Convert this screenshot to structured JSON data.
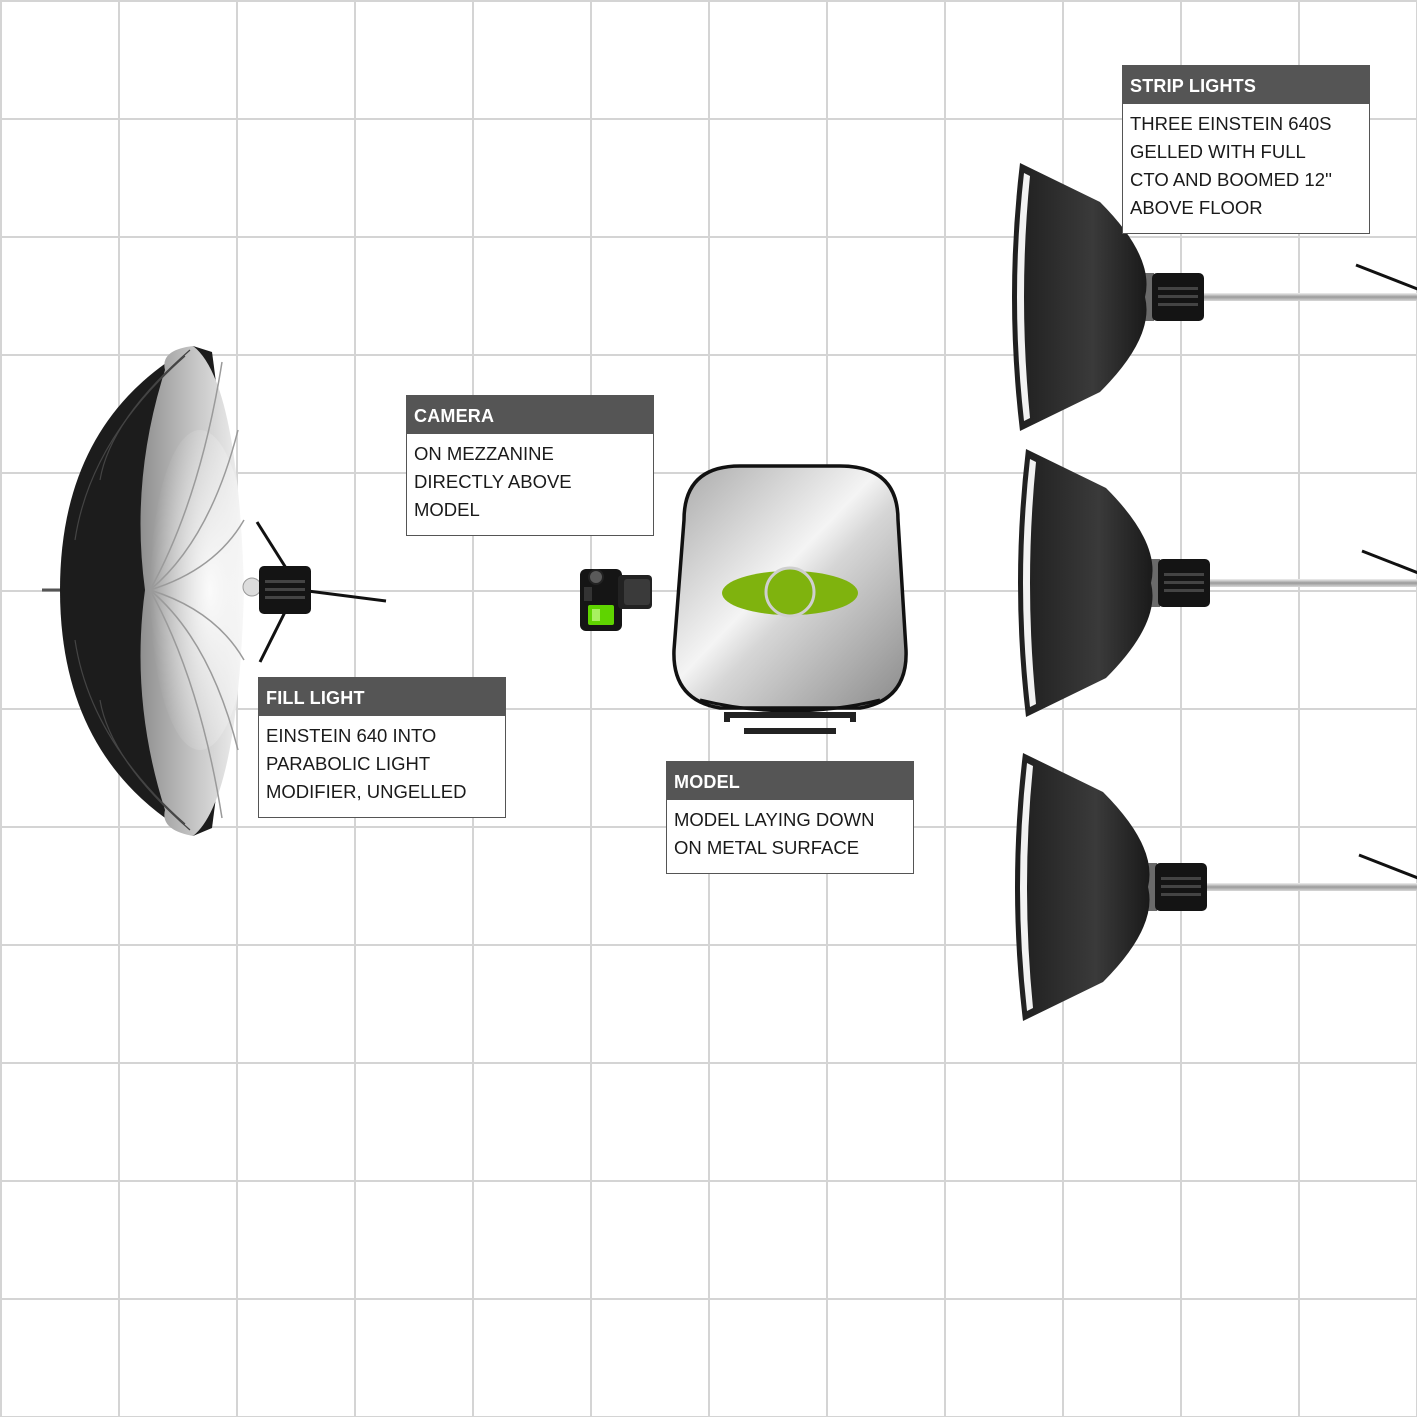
{
  "labels": {
    "strip": {
      "title": "STRIP LIGHTS",
      "body": "THREE EINSTEIN 640S\nGELLED WITH FULL\nCTO AND BOOMED 12''\nABOVE FLOOR"
    },
    "camera": {
      "title": "CAMERA",
      "body": "ON MEZZANINE\nDIRECTLY ABOVE\nMODEL"
    },
    "fill": {
      "title": "FILL LIGHT",
      "body": "EINSTEIN 640 INTO\nPARABOLIC LIGHT\nMODIFIER, UNGELLED"
    },
    "model": {
      "title": "MODEL",
      "body": "MODEL LAYING DOWN\nON METAL SURFACE"
    }
  },
  "colors": {
    "grid": "#d4d4d4",
    "label_header": "#555555",
    "model_accent": "#7fb30e",
    "camera_screen": "#5fd400"
  },
  "icons": [
    "parabolic-umbrella-icon",
    "strobe-head-icon",
    "light-stand-icon",
    "camera-icon",
    "metal-surface-icon",
    "model-figure-icon",
    "strip-softbox-icon",
    "boom-arm-icon"
  ]
}
